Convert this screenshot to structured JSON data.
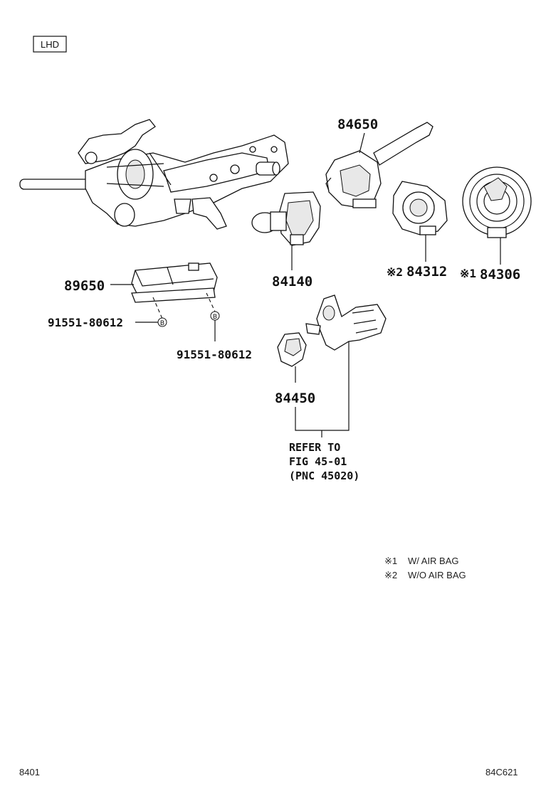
{
  "badge": {
    "lhd": "LHD"
  },
  "parts": {
    "p84650": "84650",
    "p84140": "84140",
    "p84312": "84312",
    "p84306": "84306",
    "p89650": "89650",
    "p91551_a": "91551-80612",
    "p91551_b": "91551-80612",
    "p84450": "84450"
  },
  "marks": {
    "m84312": "※2",
    "m84306": "※1",
    "clip_a": "B",
    "clip_b": "B"
  },
  "refer": {
    "line1": "REFER TO",
    "line2": "FIG 45-01",
    "line3": "(PNC 45020)"
  },
  "notes": {
    "n1_mark": "※1",
    "n1_text": "W/ AIR BAG",
    "n2_mark": "※2",
    "n2_text": "W/O AIR BAG"
  },
  "footer": {
    "left": "8401",
    "right": "84C621"
  }
}
